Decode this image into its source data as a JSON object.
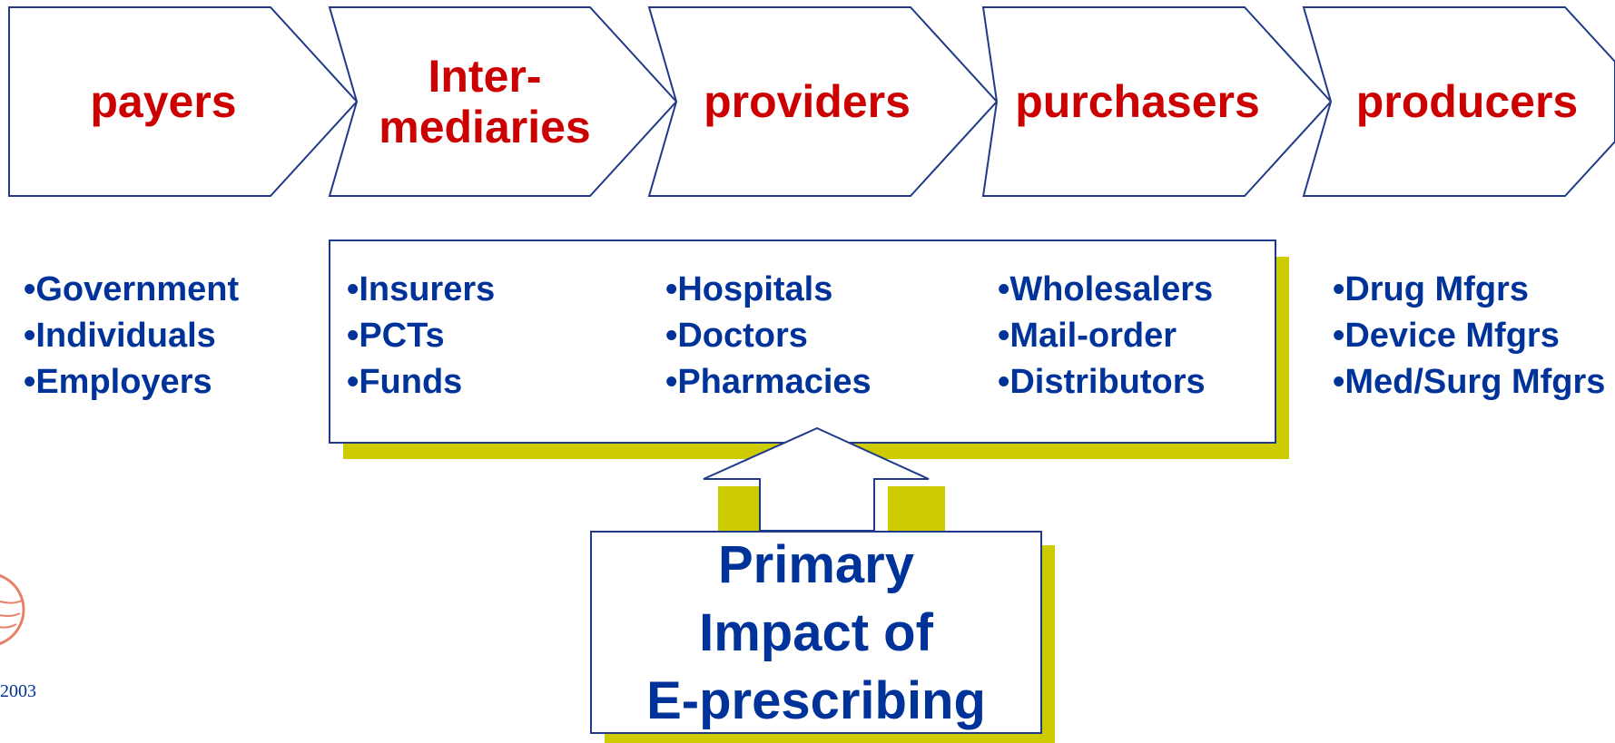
{
  "colors": {
    "stage_label": "#cc0000",
    "list_text": "#003399",
    "outline": "#1f3a8a",
    "shadow": "#cccc00",
    "logo": "#e8806a"
  },
  "stages": [
    {
      "label": "payers"
    },
    {
      "label": "Inter-\nmediaries"
    },
    {
      "label": "providers"
    },
    {
      "label": "purchasers"
    },
    {
      "label": "producers"
    }
  ],
  "groups": {
    "payers": [
      "Government",
      "Individuals",
      "Employers"
    ],
    "intermediaries": [
      "Insurers",
      "PCTs",
      "Funds"
    ],
    "providers": [
      "Hospitals",
      "Doctors",
      "Pharmacies"
    ],
    "purchasers": [
      "Wholesalers",
      "Mail-order",
      "Distributors"
    ],
    "producers": [
      "Drug Mfgrs",
      "Device Mfgrs",
      "Med/Surg Mfgrs"
    ]
  },
  "impact_box": {
    "line1": "Primary",
    "line2": "Impact of",
    "line3": "E-prescribing"
  },
  "footer": {
    "year": "2003"
  }
}
